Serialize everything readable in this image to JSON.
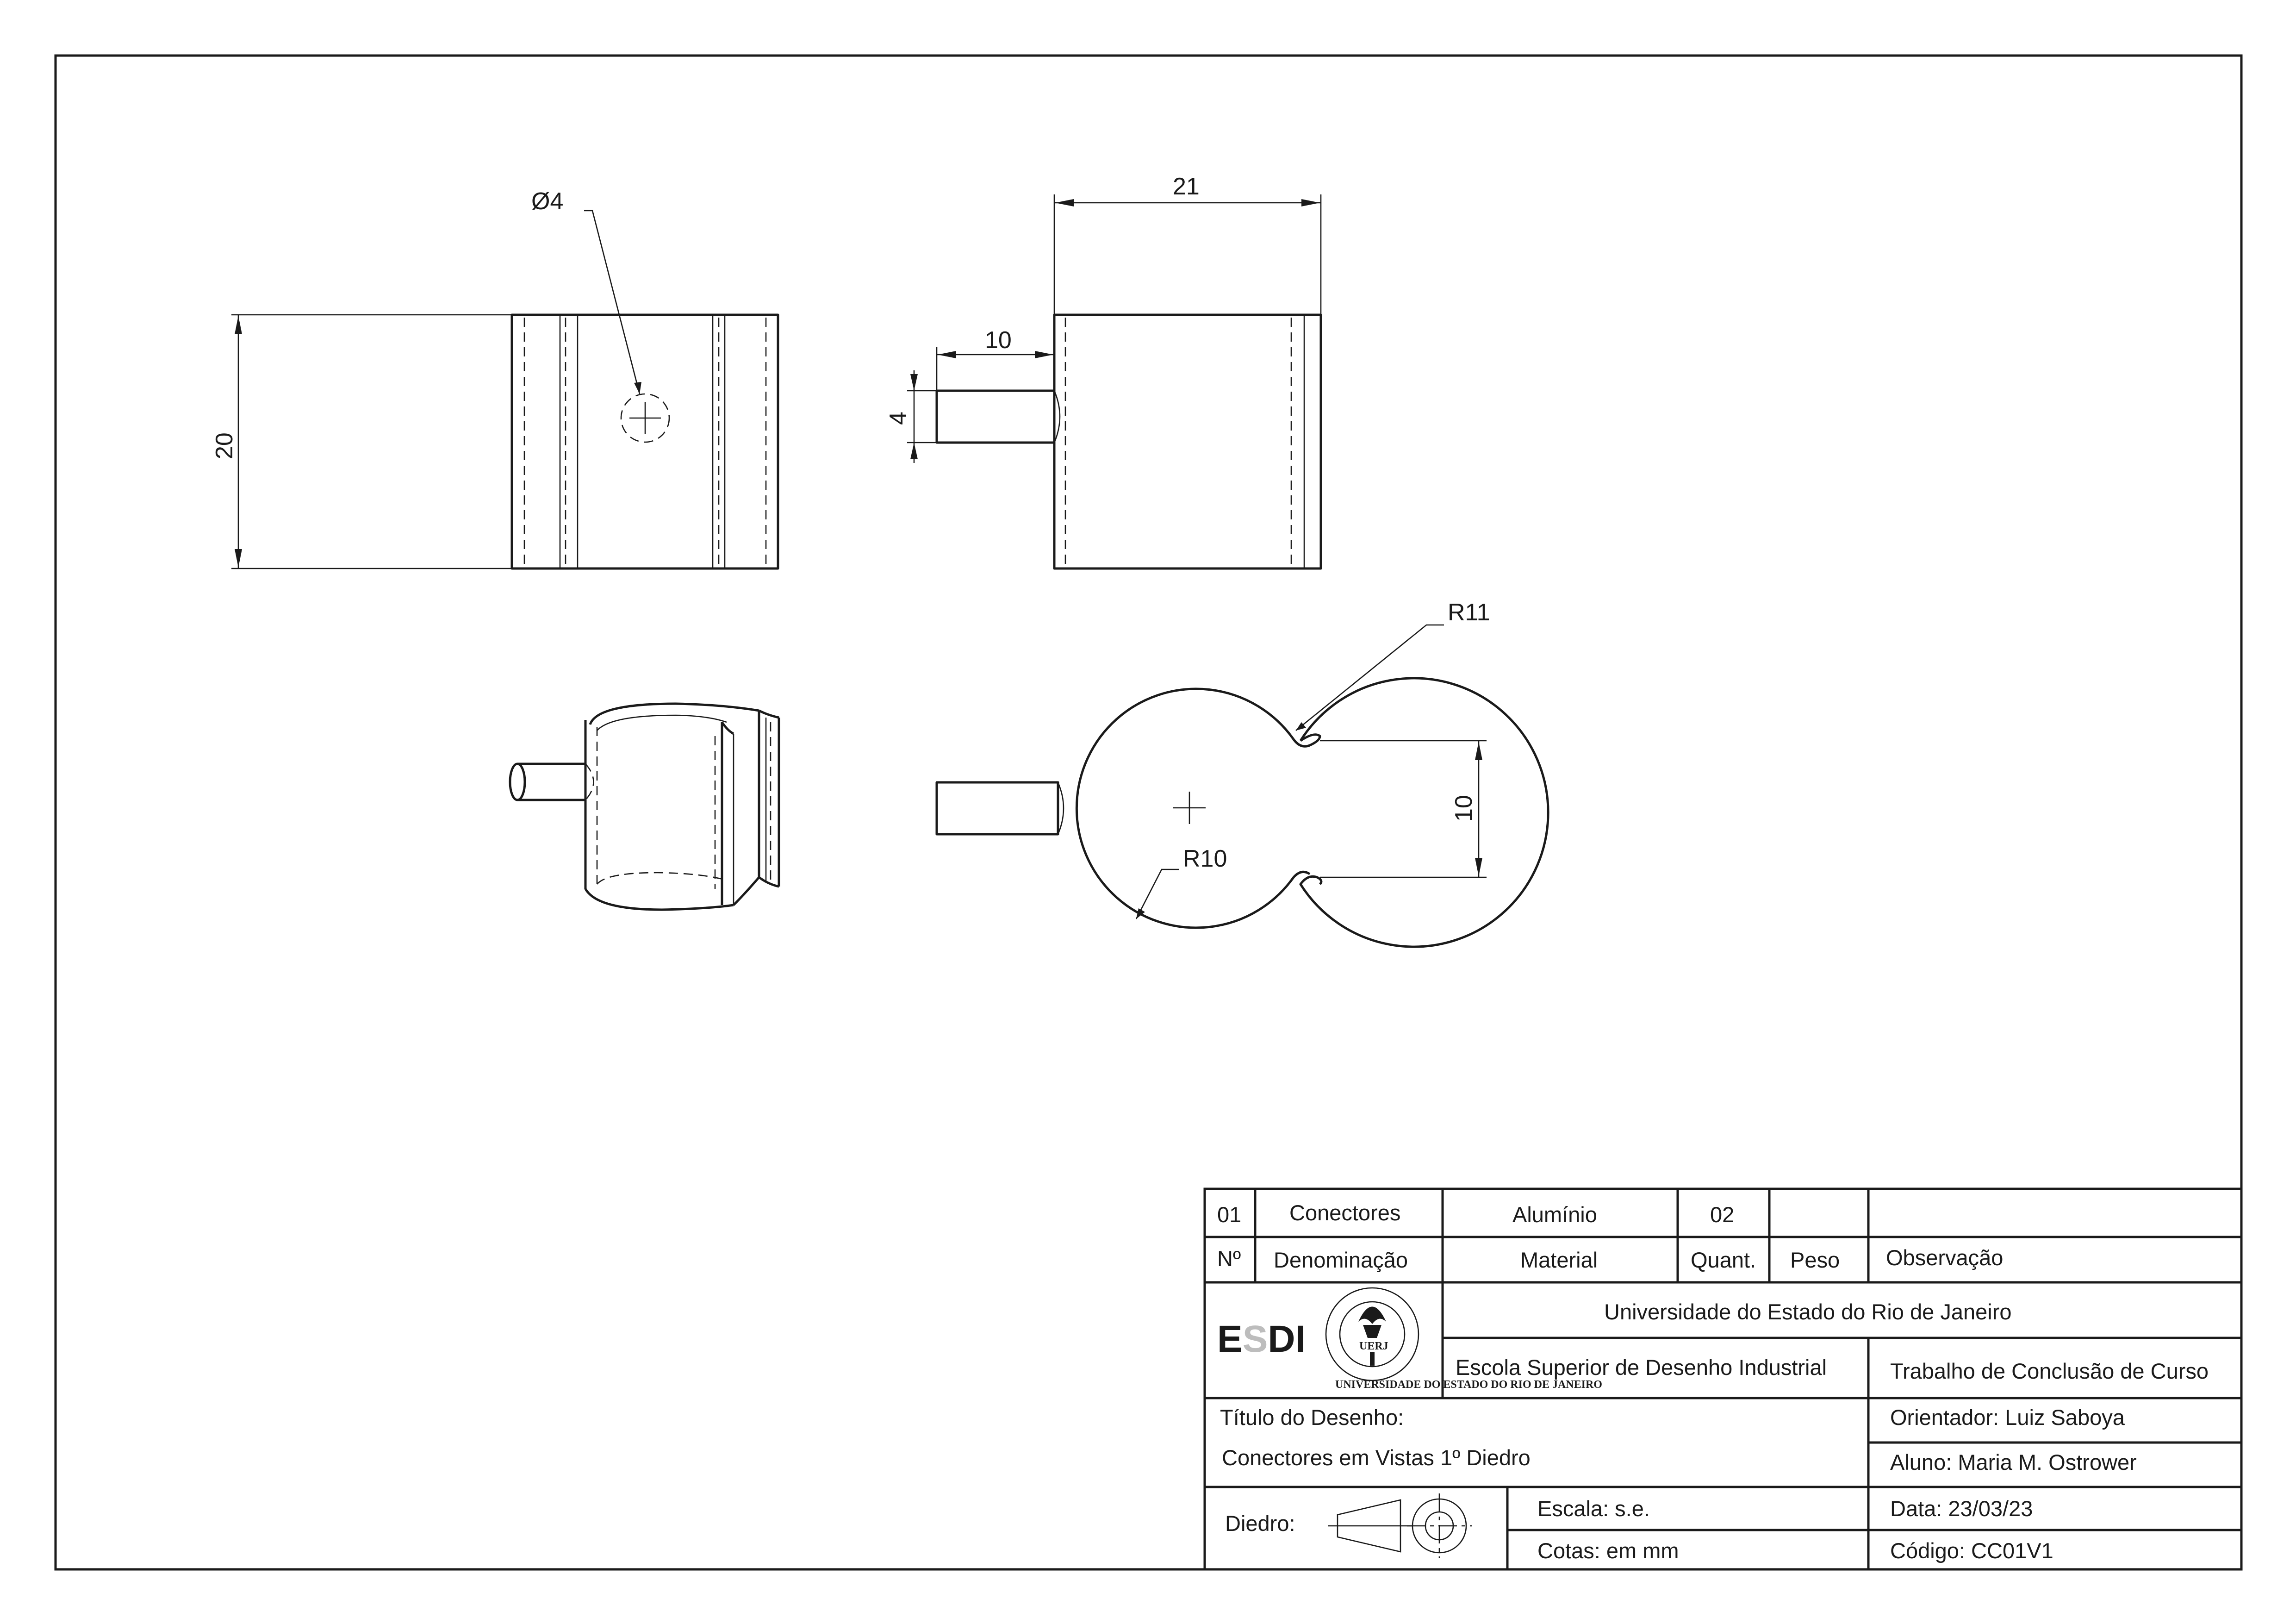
{
  "dimensions": {
    "d_hole": "Ø4",
    "w_21": "21",
    "w_10": "10",
    "h_4": "4",
    "h_20": "20",
    "r_11": "R11",
    "r_10": "R10",
    "gap_10": "10"
  },
  "parts_list": {
    "row": {
      "number": "01",
      "name": "Conectores",
      "material": "Alumínio",
      "quantity": "02",
      "weight": "",
      "notes": ""
    },
    "header": {
      "number": "Nº",
      "name": "Denominação",
      "material": "Material",
      "quantity": "Quant.",
      "weight": "Peso",
      "notes": "Observação"
    }
  },
  "title_block": {
    "logo_text": "ESDI",
    "logo_e": "E",
    "logo_s": "S",
    "logo_di": "DI",
    "seal_text": "UERJ",
    "seal_ring": "UNIVERSIDADE DO ESTADO DO RIO DE JANEIRO",
    "university": "Universidade do Estado do Rio de Janeiro",
    "school": "Escola Superior de Desenho Industrial",
    "course": "Trabalho de Conclusão de Curso",
    "drawing_title_label": "Título do Desenho:",
    "drawing_title": "Conectores em Vistas 1º Diedro",
    "advisor": "Orientador: Luiz Saboya",
    "student": "Aluno: Maria M. Ostrower",
    "dihedral_label": "Diedro:",
    "scale": "Escala:  s.e.",
    "units": "Cotas: em mm",
    "date": "Data:  23/03/23",
    "code": "Código:   CC01V1"
  }
}
